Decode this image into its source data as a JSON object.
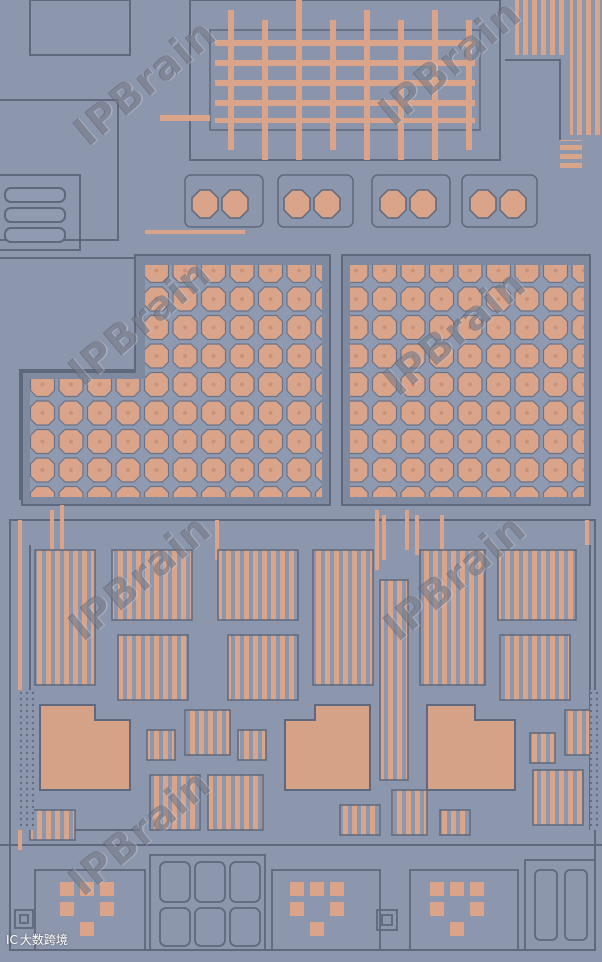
{
  "image": {
    "subject": "die-photo",
    "colors": {
      "substrate": "#8c96ad",
      "metal": "#d9a48a",
      "metal_dark": "#c28f78",
      "trace_line": "#5f687c"
    }
  },
  "watermarks": [
    {
      "text": "IPBrain"
    },
    {
      "text": "IPBrain"
    },
    {
      "text": "IPBrain"
    },
    {
      "text": "IPBrain"
    },
    {
      "text": "IPBrain"
    },
    {
      "text": "IPBrain"
    },
    {
      "text": "IPBrain"
    }
  ],
  "corner_mark": {
    "glyph": "IC",
    "text": "大数跨境"
  }
}
